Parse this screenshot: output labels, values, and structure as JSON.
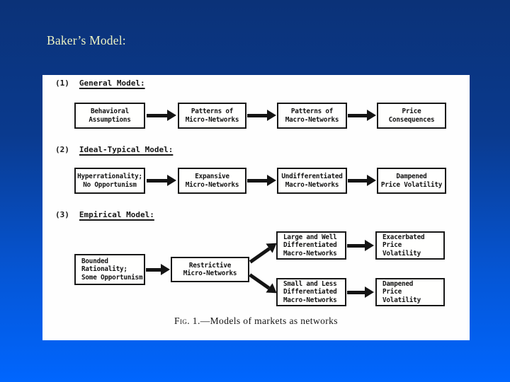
{
  "slide": {
    "title": "Baker’s Model:"
  },
  "colors": {
    "background_top": "#0b3278",
    "background_bottom": "#0066ff",
    "title_text": "#edf3c4",
    "panel_background": "#fefefe",
    "figure_ink": "#141414"
  },
  "icons": {
    "flow_arrow": "solid black right-pointing arrow (css shaft + triangle)"
  },
  "figure": {
    "sections": [
      {
        "number": "(1)",
        "label": "General Model:"
      },
      {
        "number": "(2)",
        "label": "Ideal-Typical Model:"
      },
      {
        "number": "(3)",
        "label": "Empirical Model:"
      }
    ],
    "general": [
      "Behavioral\nAssumptions",
      "Patterns of\nMicro-Networks",
      "Patterns of\nMacro-Networks",
      "Price\nConsequences"
    ],
    "ideal": [
      "Hyperrationality;\nNo Opportunism",
      "Expansive\nMicro-Networks",
      "Undifferentiated\nMacro-Networks",
      "Dampened\nPrice Volatility"
    ],
    "empirical": {
      "input": "Bounded\nRationality;\nSome Opportunism",
      "micro": "Restrictive\nMicro-Networks",
      "macro_top": "Large and Well\nDifferentiated\nMacro-Networks",
      "outcome_top": "Exacerbated\nPrice\nVolatility",
      "macro_bottom": "Small and Less\nDifferentiated\nMacro-Networks",
      "outcome_bottom": "Dampened\nPrice\nVolatility"
    },
    "caption_prefix": "Fig. 1.",
    "caption_rest": "—Models of markets as networks"
  }
}
